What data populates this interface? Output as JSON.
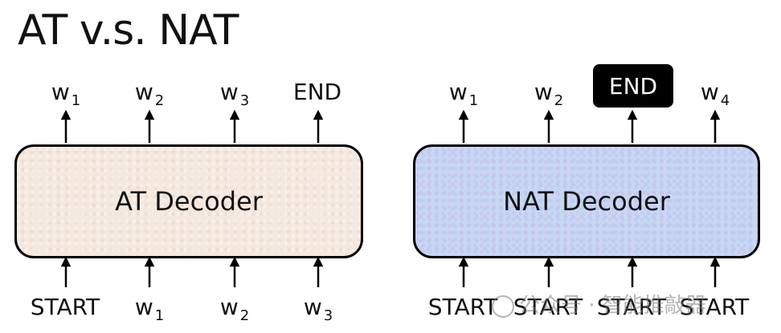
{
  "title": "AT v.s. NAT",
  "at": {
    "label": "AT Decoder",
    "outputs": [
      {
        "base": "w",
        "sub": "1"
      },
      {
        "base": "w",
        "sub": "2"
      },
      {
        "base": "w",
        "sub": "3"
      },
      {
        "base": "END",
        "sub": ""
      }
    ],
    "inputs": [
      {
        "base": "START",
        "sub": ""
      },
      {
        "base": "w",
        "sub": "1"
      },
      {
        "base": "w",
        "sub": "2"
      },
      {
        "base": "w",
        "sub": "3"
      }
    ]
  },
  "nat": {
    "label": "NAT Decoder",
    "outputs": [
      {
        "base": "w",
        "sub": "1"
      },
      {
        "base": "w",
        "sub": "2"
      },
      {
        "base": "END",
        "sub": ""
      },
      {
        "base": "w",
        "sub": "4"
      }
    ],
    "inputs": [
      {
        "base": "START",
        "sub": ""
      },
      {
        "base": "START",
        "sub": ""
      },
      {
        "base": "START",
        "sub": ""
      },
      {
        "base": "START",
        "sub": ""
      }
    ]
  },
  "watermark": "公众号 · 智能推敲器",
  "colors": {
    "at_fill": "#f5e8de",
    "nat_fill": "#c6d9f3",
    "end_badge": "#000000"
  }
}
